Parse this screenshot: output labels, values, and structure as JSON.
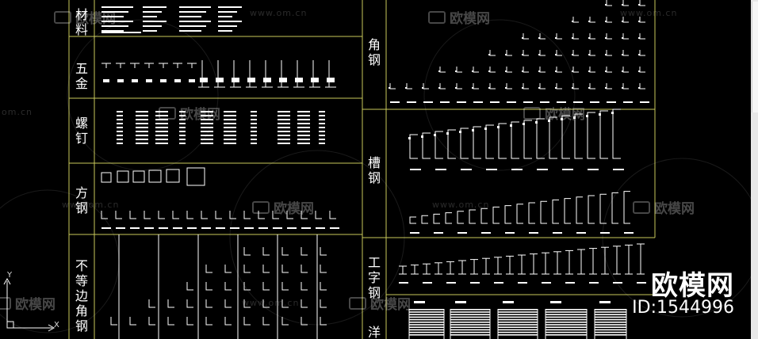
{
  "categories": [
    {
      "id": "cailiao",
      "label": "材料"
    },
    {
      "id": "wujin",
      "label": "五金"
    },
    {
      "id": "luoding",
      "label": "螺钉"
    },
    {
      "id": "fanggang",
      "label": "方钢"
    },
    {
      "id": "budengbian",
      "label": "不等边角钢"
    },
    {
      "id": "jiaogang",
      "label": "角钢"
    },
    {
      "id": "caogang",
      "label": "槽钢"
    },
    {
      "id": "gongzigang",
      "label": "工字钢"
    },
    {
      "id": "yang",
      "label": "洋"
    }
  ],
  "watermark": {
    "url": "www.om.cn",
    "url_short": "om.cn",
    "logo": "欧模网"
  },
  "brand": {
    "name": "欧模网",
    "id_label": "ID:1544996"
  },
  "axis": {
    "x": "X",
    "y": "Y"
  },
  "colors": {
    "grid": "#c9c95a",
    "lines": "#ffffff",
    "background": "#000000"
  }
}
